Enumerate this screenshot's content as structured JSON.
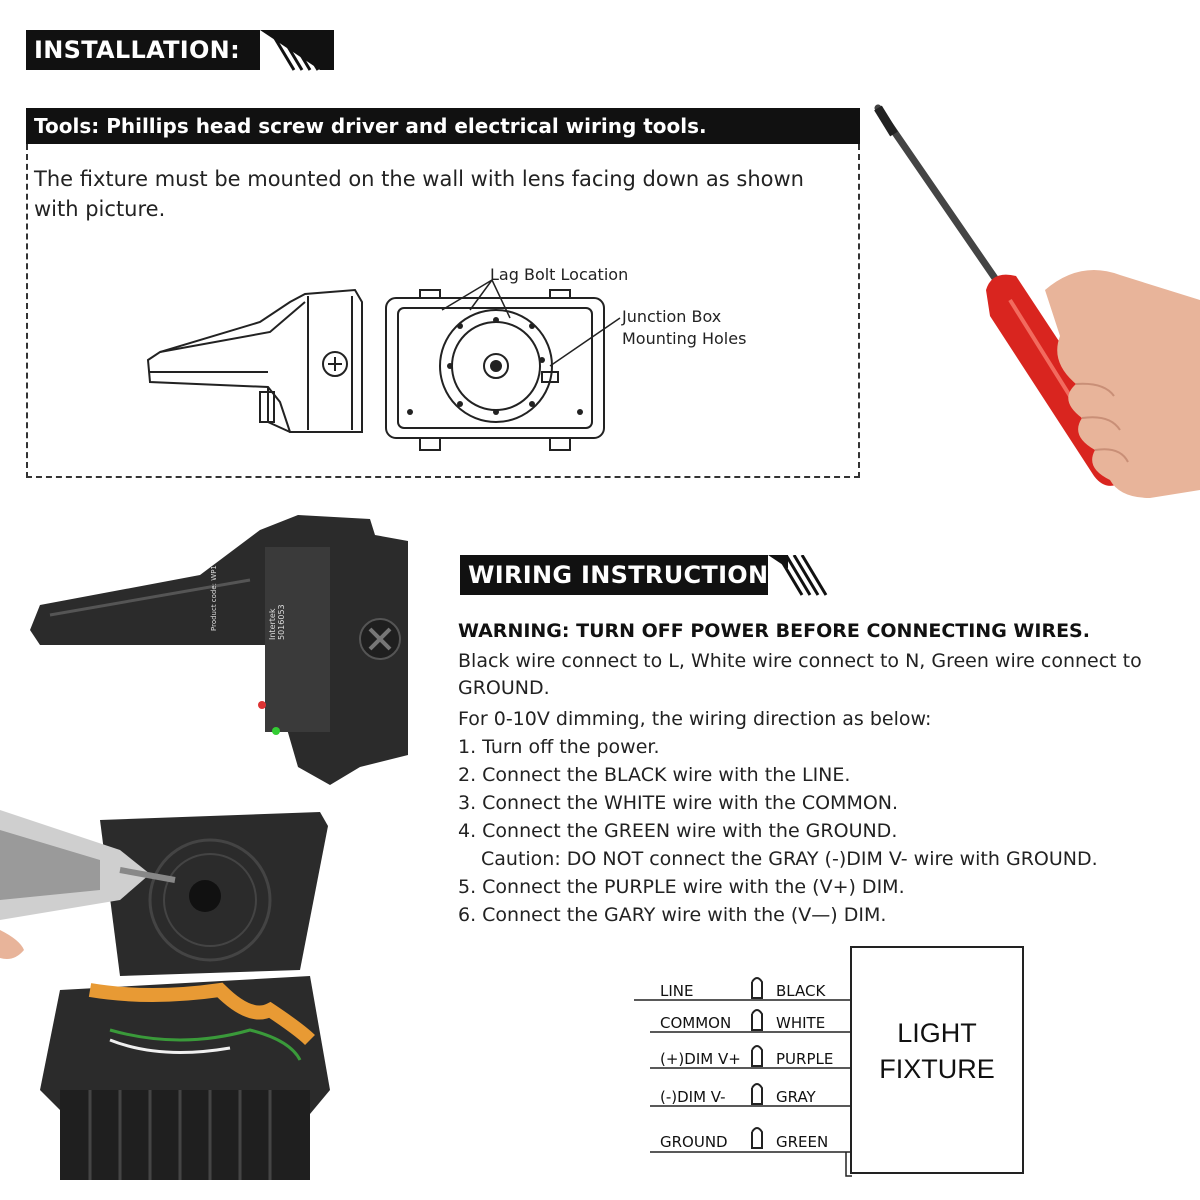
{
  "installation": {
    "heading": "INSTALLATION:",
    "tools": "Tools: Phillips head screw driver and electrical wiring tools.",
    "intro_line1": "The fixture must be mounted on the wall with lens facing down as shown",
    "intro_line2": "with picture.",
    "labels": {
      "lag_bolt": "Lag Bolt Location",
      "junction_line1": "Junction Box",
      "junction_line2": "Mounting Holes"
    }
  },
  "wiring": {
    "heading": "WIRING INSTRUCTION:",
    "warning": "WARNING: TURN OFF POWER BEFORE CONNECTING WIRES.",
    "basic_line1": "Black wire connect to L, White wire connect to N, Green wire connect to",
    "basic_line2": "GROUND.",
    "dimming_intro": "For 0-10V dimming, the wiring direction as below:",
    "steps": [
      "1. Turn off the power.",
      "2. Connect the BLACK wire with the LINE.",
      "3. Connect the WHITE wire with the COMMON.",
      "4. Connect the GREEN wire with the GROUND.",
      "Caution: DO NOT connect the GRAY (-)DIM V- wire with GROUND.",
      "5. Connect the PURPLE wire with the (V+) DIM.",
      "6. Connect the GARY wire with the (V—) DIM."
    ]
  },
  "diagram": {
    "rows": [
      {
        "left": "LINE",
        "right": "BLACK"
      },
      {
        "left": "COMMON",
        "right": "WHITE"
      },
      {
        "left": "(+)DIM V+",
        "right": "PURPLE"
      },
      {
        "left": "(-)DIM V-",
        "right": "GRAY"
      },
      {
        "left": "GROUND",
        "right": "GREEN"
      }
    ],
    "fixture_line1": "LIGHT",
    "fixture_line2": "FIXTURE"
  },
  "photos": {
    "fixture_label_lines": [
      "Intertek",
      "5016053"
    ],
    "colors": {
      "screwdriver_handle": "#d9251f",
      "fixture_body": "#2b2b2b",
      "skin": "#e8b49a"
    }
  }
}
